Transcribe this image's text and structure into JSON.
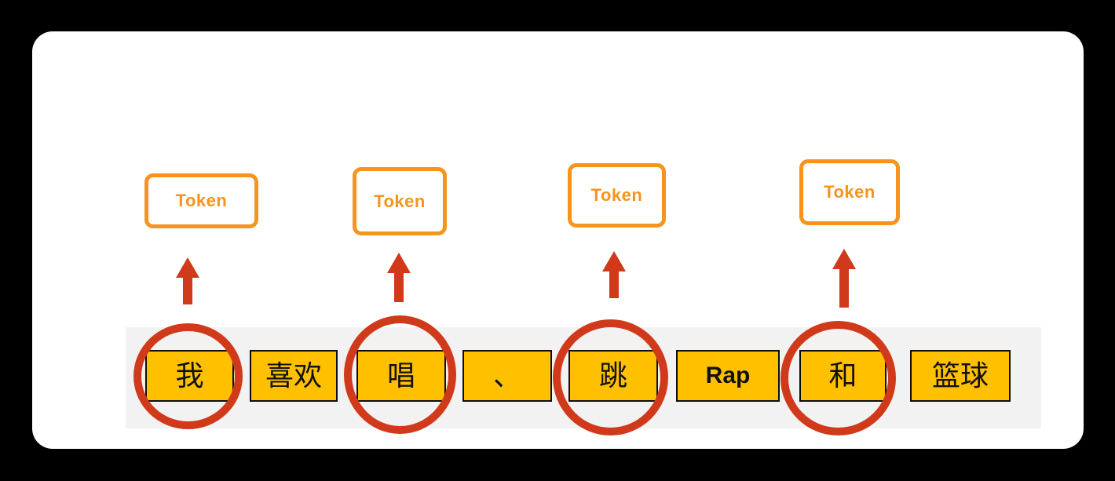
{
  "diagram": {
    "description": "Tokenization illustration: sentence split into tokens",
    "token_boxes": [
      {
        "label": "Token"
      },
      {
        "label": "Token"
      },
      {
        "label": "Token"
      },
      {
        "label": "Token"
      }
    ],
    "words": [
      {
        "text": "我",
        "circled": true
      },
      {
        "text": "喜欢",
        "circled": false
      },
      {
        "text": "唱",
        "circled": true
      },
      {
        "text": "、",
        "circled": false
      },
      {
        "text": "跳",
        "circled": true
      },
      {
        "text": "Rap",
        "circled": false
      },
      {
        "text": "和",
        "circled": true
      },
      {
        "text": "篮球",
        "circled": false
      }
    ],
    "colors": {
      "token_box_orange": "#F7941E",
      "annotation_red": "#D03A1B",
      "word_box_yellow": "#FFC000",
      "word_box_border": "#0D0D0D",
      "strip_gray": "#F2F2F2",
      "card_white": "#FFFFFF",
      "background_black": "#000000"
    }
  }
}
